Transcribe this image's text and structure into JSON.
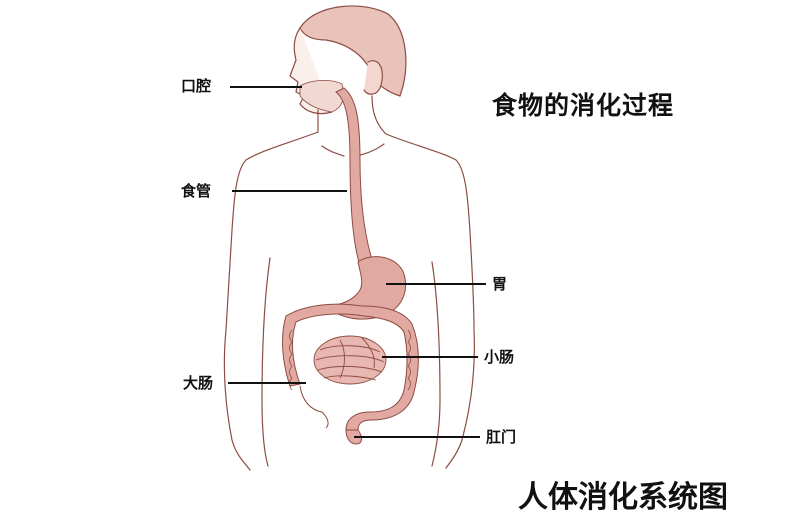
{
  "title": "食物的消化过程",
  "caption": "人体消化系统图",
  "labels": {
    "mouth": "口腔",
    "esophagus": "食管",
    "stomach": "胃",
    "small_intestine": "小肠",
    "large_intestine": "大肠",
    "anus": "肛门"
  },
  "colors": {
    "outline": "#8c4d42",
    "skin": "#e9c3b9",
    "organ": "#e2a9a3",
    "organ_dark": "#c98880",
    "leader": "#111111"
  }
}
